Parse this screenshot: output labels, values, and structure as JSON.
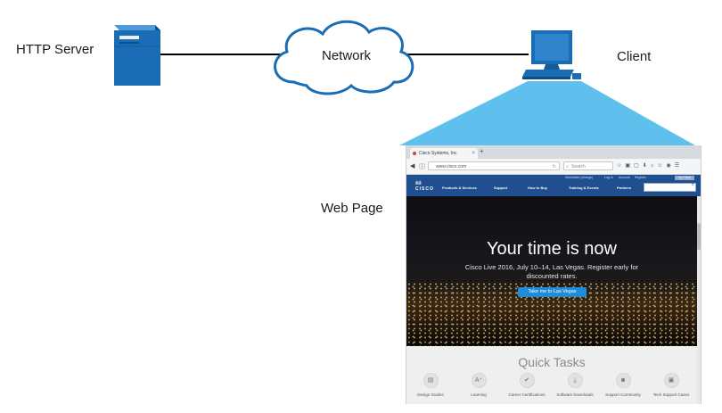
{
  "labels": {
    "server": "HTTP Server",
    "network": "Network",
    "client": "Client",
    "webpage": "Web Page"
  },
  "colors": {
    "server_body": "#1a6db5",
    "cloud_stroke": "#1a6db5",
    "beam": "#5fc0ee",
    "cisco_blue": "#1f4f8e"
  },
  "browser": {
    "tab_title": "Cisco Systems, Inc",
    "tab_close": "×",
    "new_tab": "+",
    "url": "www.cisco.com",
    "search_placeholder": "Search",
    "util_links": [
      "Worldwide (change)",
      "Log In",
      "Account",
      "Register"
    ],
    "my_cisco": "My Cisco",
    "logo_text": "CISCO",
    "nav": [
      "Products & Services",
      "Support",
      "How to Buy",
      "Training & Events",
      "Partners"
    ],
    "hero_title": "Your time is now",
    "hero_sub": "Cisco Live 2016, July 10–14, Las Vegas. Register early for discounted rates.",
    "hero_button": "Take me to Las Vegas",
    "quick_title": "Quick Tasks",
    "tasks": [
      {
        "label": "Design Guides",
        "icon": "document-icon"
      },
      {
        "label": "Learning",
        "icon": "learning-icon"
      },
      {
        "label": "Career Certifications",
        "icon": "certification-icon"
      },
      {
        "label": "Software Downloads",
        "icon": "download-icon"
      },
      {
        "label": "Support Community",
        "icon": "community-icon"
      },
      {
        "label": "Tech Support Cases",
        "icon": "briefcase-icon"
      }
    ]
  }
}
